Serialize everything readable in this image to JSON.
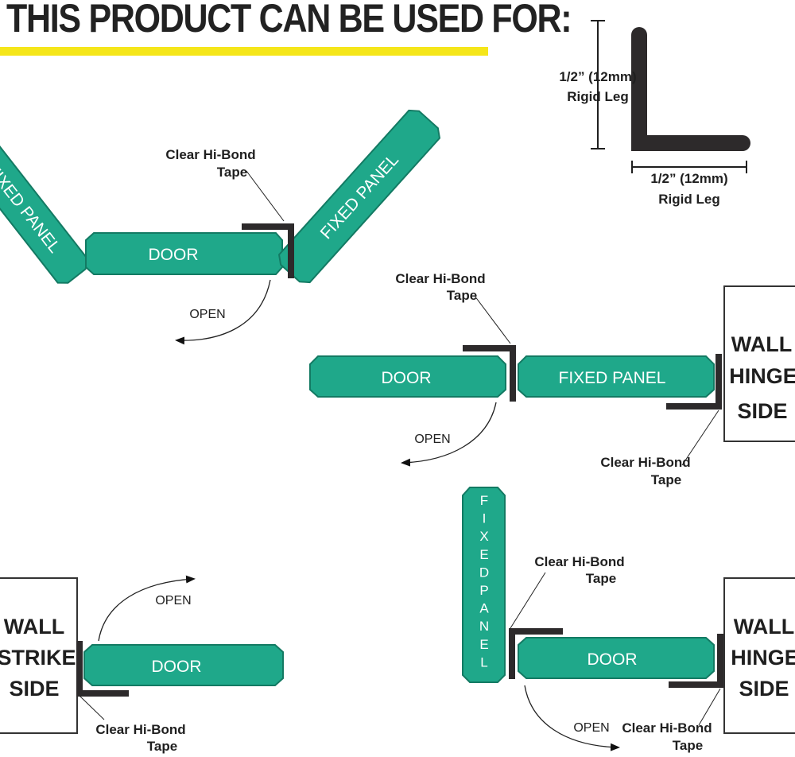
{
  "header": {
    "title": "THIS PRODUCT CAN BE USED FOR:",
    "underline_color": "#f5e61a"
  },
  "colors": {
    "glass": "#1fa88a",
    "glass_edge": "#137a63",
    "profile": "#2d2a2b",
    "wall_border": "#333333"
  },
  "profile_spec": {
    "vertical_leg_size": "1/2” (12mm)",
    "vertical_leg_label": "Rigid Leg",
    "horizontal_leg_size": "1/2” (12mm)",
    "horizontal_leg_label": "Rigid Leg"
  },
  "diagram_1": {
    "left_panel": "FIXED PANEL",
    "door": "DOOR",
    "right_panel": "FIXED PANEL",
    "tape_line1": "Clear Hi-Bond",
    "tape_line2": "Tape",
    "open": "OPEN"
  },
  "diagram_2": {
    "door": "DOOR",
    "panel": "FIXED PANEL",
    "wall_line1": "WALL",
    "wall_line2": "HINGE",
    "wall_line3": "SIDE",
    "tape_top_line1": "Clear Hi-Bond",
    "tape_top_line2": "Tape",
    "tape_bottom_line1": "Clear Hi-Bond",
    "tape_bottom_line2": "Tape",
    "open": "OPEN"
  },
  "diagram_3": {
    "wall_line1": "WALL",
    "wall_line2": "STRIKE",
    "wall_line3": "SIDE",
    "door": "DOOR",
    "tape_line1": "Clear Hi-Bond",
    "tape_line2": "Tape",
    "open": "OPEN"
  },
  "diagram_4": {
    "panel_letters": [
      "F",
      "I",
      "X",
      "E",
      "D",
      "P",
      "A",
      "N",
      "E",
      "L"
    ],
    "door": "DOOR",
    "wall_line1": "WALL",
    "wall_line2": "HINGE",
    "wall_line3": "SIDE",
    "tape_top_line1": "Clear Hi-Bond",
    "tape_top_line2": "Tape",
    "tape_bottom_line1": "Clear Hi-Bond",
    "tape_bottom_line2": "Tape",
    "open": "OPEN"
  }
}
